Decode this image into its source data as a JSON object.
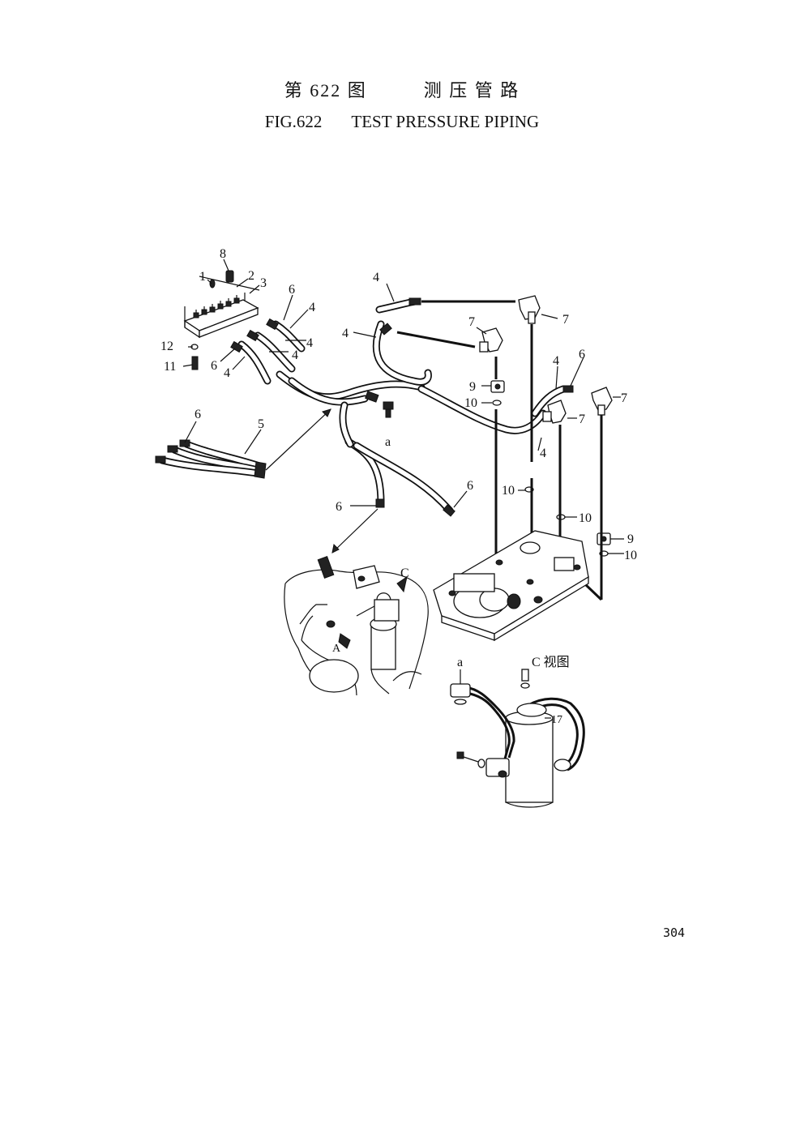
{
  "header": {
    "cn_fig": "第 622 图",
    "cn_title": "测 压 管 路",
    "en_fig": "FIG.622",
    "en_title": "TEST PRESSURE PIPING"
  },
  "callouts": {
    "c1": "1",
    "c2": "2",
    "c3": "3",
    "c4": "4",
    "c5": "5",
    "c6": "6",
    "c7": "7",
    "c8": "8",
    "c9": "9",
    "c10": "10",
    "c11": "11",
    "c12": "12",
    "c17": "17",
    "a": "a",
    "C": "C",
    "A": "A",
    "view_c": "C 视图"
  },
  "page_number": "304"
}
